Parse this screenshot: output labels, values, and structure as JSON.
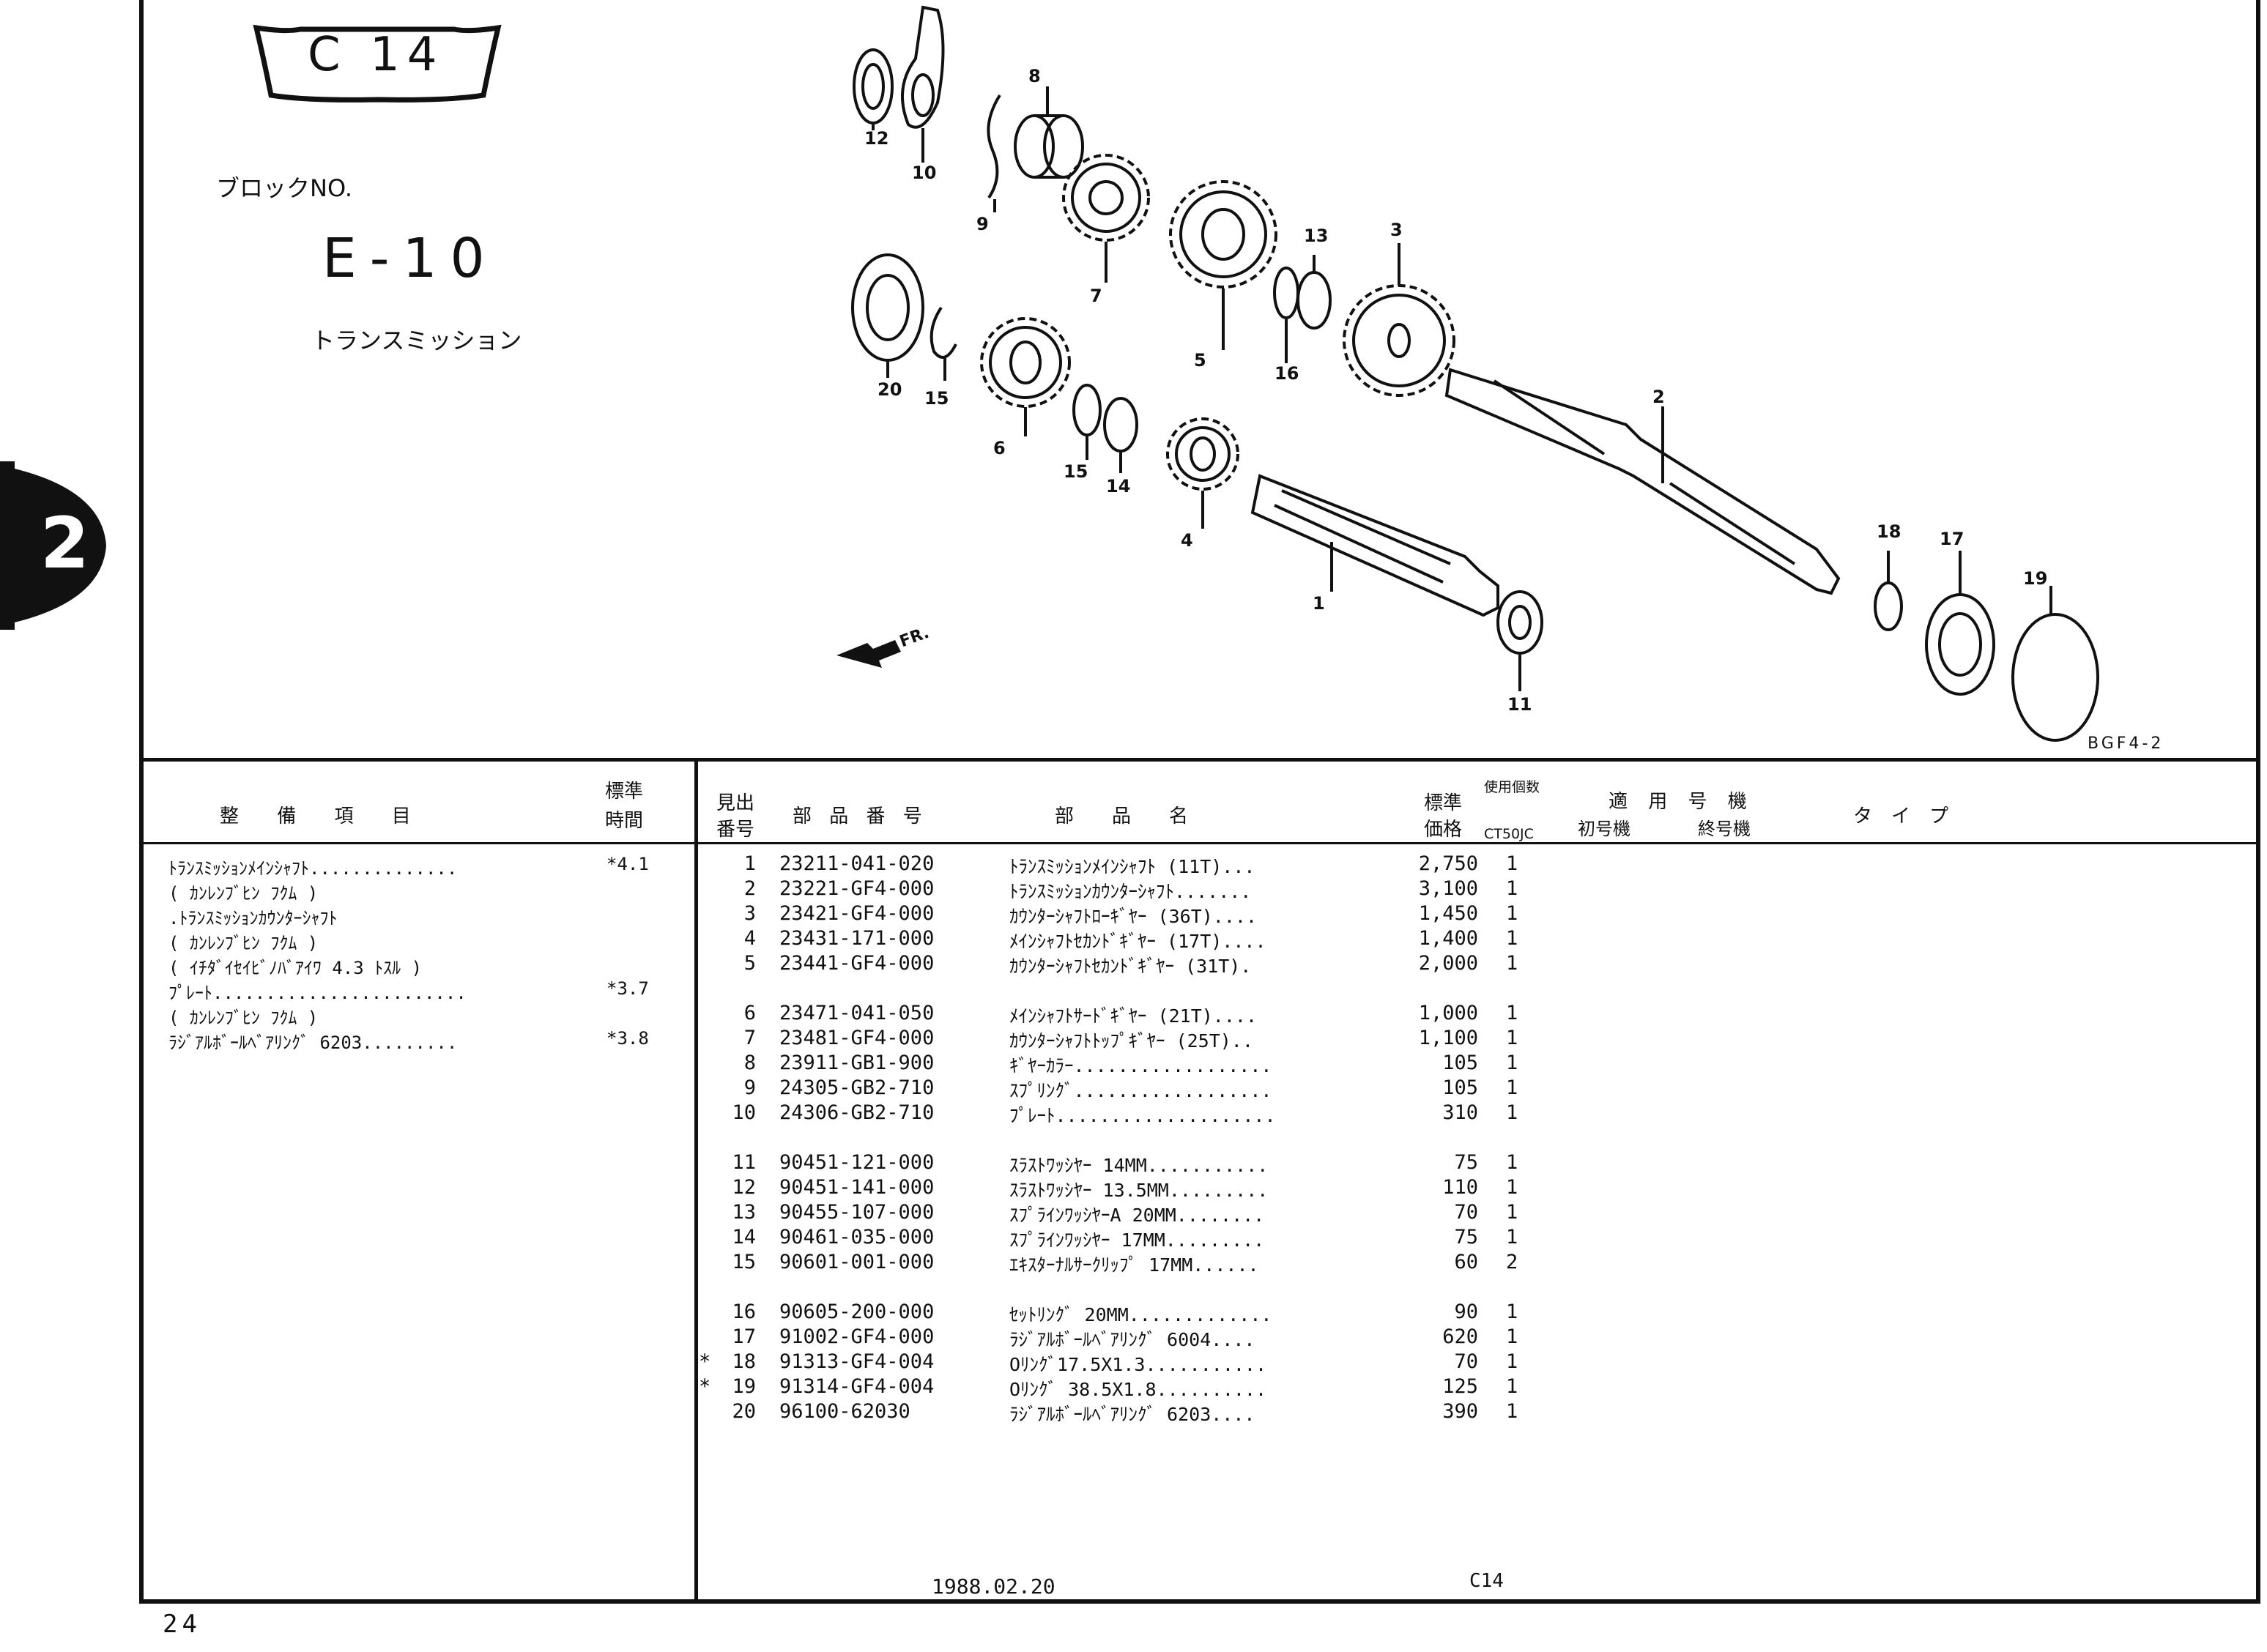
{
  "header": {
    "badge": "C 14",
    "block_label": "ブロックNO.",
    "block_no": "E-10",
    "title": "トランスミッション"
  },
  "section_tab": "2",
  "diagram": {
    "drawing_code": "BGF4-2",
    "fr_label": "FR.",
    "callouts": [
      "12",
      "10",
      "9",
      "8",
      "7",
      "5",
      "13",
      "3",
      "16",
      "20",
      "15",
      "6",
      "15",
      "14",
      "2",
      "4",
      "1",
      "18",
      "17",
      "19",
      "11"
    ]
  },
  "service_table": {
    "headers": {
      "item": "整 備 項 目",
      "time_top": "標準",
      "time_bottom": "時間"
    },
    "rows": [
      {
        "text": "ﾄﾗﾝｽﾐｯｼｮﾝﾒｲﾝｼｬﾌﾄ..............",
        "time": "*4.1"
      },
      {
        "text": "( ｶﾝﾚﾝﾌﾞﾋﾝ ﾌｸﾑ )",
        "time": ""
      },
      {
        "text": ".ﾄﾗﾝｽﾐｯｼｮﾝｶｳﾝﾀｰｼｬﾌﾄ",
        "time": ""
      },
      {
        "text": "( ｶﾝﾚﾝﾌﾞﾋﾝ ﾌｸﾑ )",
        "time": ""
      },
      {
        "text": "( ｲﾁﾀﾞｲｾｲﾋﾞﾉﾊﾞｱｲﾜ 4.3 ﾄｽﾙ )",
        "time": ""
      },
      {
        "text": "ﾌﾟﾚｰﾄ........................",
        "time": "*3.7"
      },
      {
        "text": "( ｶﾝﾚﾝﾌﾞﾋﾝ ﾌｸﾑ )",
        "time": ""
      },
      {
        "text": "ﾗｼﾞｱﾙﾎﾞｰﾙﾍﾞｱﾘﾝｸﾞ 6203.........",
        "time": "*3.8"
      }
    ]
  },
  "parts_table": {
    "headers": {
      "ref_top": "見出",
      "ref_bottom": "番号",
      "part_no": "部 品 番 号",
      "name": "部　　品　　名",
      "price_top": "標準",
      "price_bottom": "価格",
      "qty_top": "使用個数",
      "qty_bottom": "CT50JC",
      "model_top": "適 用 号 機",
      "model_first": "初号機",
      "model_last": "終号機",
      "type": "タ　イ　プ"
    },
    "rows": [
      {
        "mark": "",
        "ref": "1",
        "part_no": "23211-041-020",
        "name": "ﾄﾗﾝｽﾐｯｼｮﾝﾒｲﾝｼｬﾌﾄ (11T)...",
        "price": "2,750",
        "qty": "1"
      },
      {
        "mark": "",
        "ref": "2",
        "part_no": "23221-GF4-000",
        "name": "ﾄﾗﾝｽﾐｯｼｮﾝｶｳﾝﾀｰｼｬﾌﾄ.......",
        "price": "3,100",
        "qty": "1"
      },
      {
        "mark": "",
        "ref": "3",
        "part_no": "23421-GF4-000",
        "name": "ｶｳﾝﾀｰｼｬﾌﾄﾛｰｷﾞﾔｰ (36T)....",
        "price": "1,450",
        "qty": "1"
      },
      {
        "mark": "",
        "ref": "4",
        "part_no": "23431-171-000",
        "name": "ﾒｲﾝｼｬﾌﾄｾｶﾝﾄﾞｷﾞﾔｰ (17T)....",
        "price": "1,400",
        "qty": "1"
      },
      {
        "mark": "",
        "ref": "5",
        "part_no": "23441-GF4-000",
        "name": "ｶｳﾝﾀｰｼｬﾌﾄｾｶﾝﾄﾞｷﾞﾔｰ (31T).",
        "price": "2,000",
        "qty": "1"
      },
      {
        "mark": "",
        "ref": "6",
        "part_no": "23471-041-050",
        "name": "ﾒｲﾝｼｬﾌﾄｻｰﾄﾞｷﾞﾔｰ (21T)....",
        "price": "1,000",
        "qty": "1"
      },
      {
        "mark": "",
        "ref": "7",
        "part_no": "23481-GF4-000",
        "name": "ｶｳﾝﾀｰｼｬﾌﾄﾄｯﾌﾟｷﾞﾔｰ (25T)..",
        "price": "1,100",
        "qty": "1"
      },
      {
        "mark": "",
        "ref": "8",
        "part_no": "23911-GB1-900",
        "name": "ｷﾞﾔｰｶﾗｰ..................",
        "price": "105",
        "qty": "1"
      },
      {
        "mark": "",
        "ref": "9",
        "part_no": "24305-GB2-710",
        "name": "ｽﾌﾟﾘﾝｸﾞ..................",
        "price": "105",
        "qty": "1"
      },
      {
        "mark": "",
        "ref": "10",
        "part_no": "24306-GB2-710",
        "name": "ﾌﾟﾚｰﾄ....................",
        "price": "310",
        "qty": "1"
      },
      {
        "mark": "",
        "ref": "11",
        "part_no": "90451-121-000",
        "name": "ｽﾗｽﾄﾜｯｼﾔｰ 14MM...........",
        "price": "75",
        "qty": "1"
      },
      {
        "mark": "",
        "ref": "12",
        "part_no": "90451-141-000",
        "name": "ｽﾗｽﾄﾜｯｼﾔｰ 13.5MM.........",
        "price": "110",
        "qty": "1"
      },
      {
        "mark": "",
        "ref": "13",
        "part_no": "90455-107-000",
        "name": "ｽﾌﾟﾗｲﾝﾜｯｼﾔｰA 20MM........",
        "price": "70",
        "qty": "1"
      },
      {
        "mark": "",
        "ref": "14",
        "part_no": "90461-035-000",
        "name": "ｽﾌﾟﾗｲﾝﾜｯｼﾔｰ 17MM.........",
        "price": "75",
        "qty": "1"
      },
      {
        "mark": "",
        "ref": "15",
        "part_no": "90601-001-000",
        "name": "ｴｷｽﾀｰﾅﾙｻｰｸﾘｯﾌﾟ 17MM......",
        "price": "60",
        "qty": "2"
      },
      {
        "mark": "",
        "ref": "16",
        "part_no": "90605-200-000",
        "name": "ｾｯﾄﾘﾝｸﾞ 20MM.............",
        "price": "90",
        "qty": "1"
      },
      {
        "mark": "",
        "ref": "17",
        "part_no": "91002-GF4-000",
        "name": "ﾗｼﾞｱﾙﾎﾞｰﾙﾍﾞｱﾘﾝｸﾞ 6004....",
        "price": "620",
        "qty": "1"
      },
      {
        "mark": "*",
        "ref": "18",
        "part_no": "91313-GF4-004",
        "name": "Oﾘﾝｸﾞ17.5X1.3...........",
        "price": "70",
        "qty": "1"
      },
      {
        "mark": "*",
        "ref": "19",
        "part_no": "91314-GF4-004",
        "name": "Oﾘﾝｸﾞ 38.5X1.8..........",
        "price": "125",
        "qty": "1"
      },
      {
        "mark": "",
        "ref": "20",
        "part_no": "96100-62030",
        "name": "ﾗｼﾞｱﾙﾎﾞｰﾙﾍﾞｱﾘﾝｸﾞ 6203....",
        "price": "390",
        "qty": "1"
      }
    ]
  },
  "footer": {
    "date": "1988.02.20",
    "code": "C14",
    "page_number": "24"
  }
}
